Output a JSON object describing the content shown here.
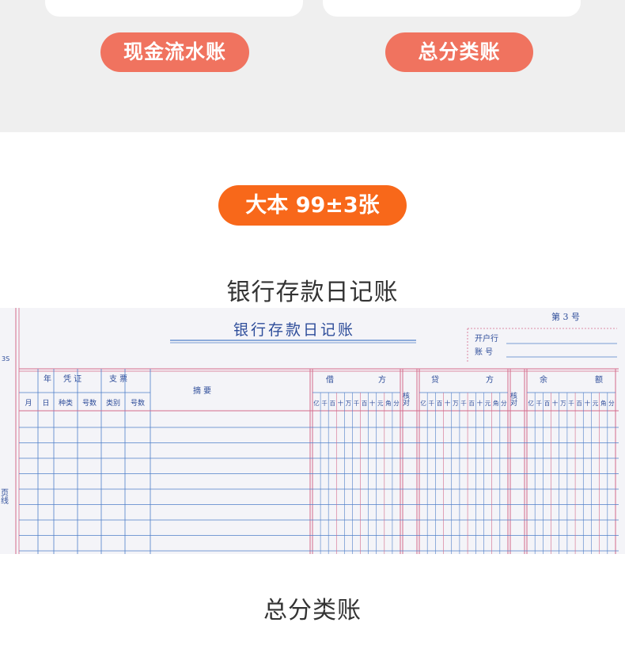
{
  "top_cards": [
    {
      "label": "现金流水账"
    },
    {
      "label": "总分类账"
    }
  ],
  "size_badge": "大本  99±3张",
  "captions": {
    "ledger_caption": "银行存款日记账",
    "bottom_caption": "总分类账"
  },
  "ledger_sheet": {
    "form_no": "第 3 号",
    "title": "银行存款日记账",
    "side_code": "3S",
    "side_mark": "页线",
    "account_fields": [
      "开户行",
      "账   号"
    ],
    "headers": {
      "year": "年",
      "voucher": "凭 证",
      "check": "支 票",
      "summary": "摘 要",
      "debit_a": "借",
      "debit_b": "方",
      "check_mark": "核对",
      "credit_a": "贷",
      "credit_b": "方",
      "balance_a": "余",
      "balance_b": "额"
    },
    "sub_headers": [
      "月",
      "日",
      "种类",
      "号数",
      "类别",
      "号数"
    ],
    "digit_places": [
      "亿",
      "千",
      "百",
      "十",
      "万",
      "千",
      "百",
      "十",
      "元",
      "角",
      "分"
    ],
    "colors": {
      "blue_rule": "#4f7fc9",
      "red_rule": "#d46a8a",
      "ink": "#2e4d9a"
    }
  }
}
